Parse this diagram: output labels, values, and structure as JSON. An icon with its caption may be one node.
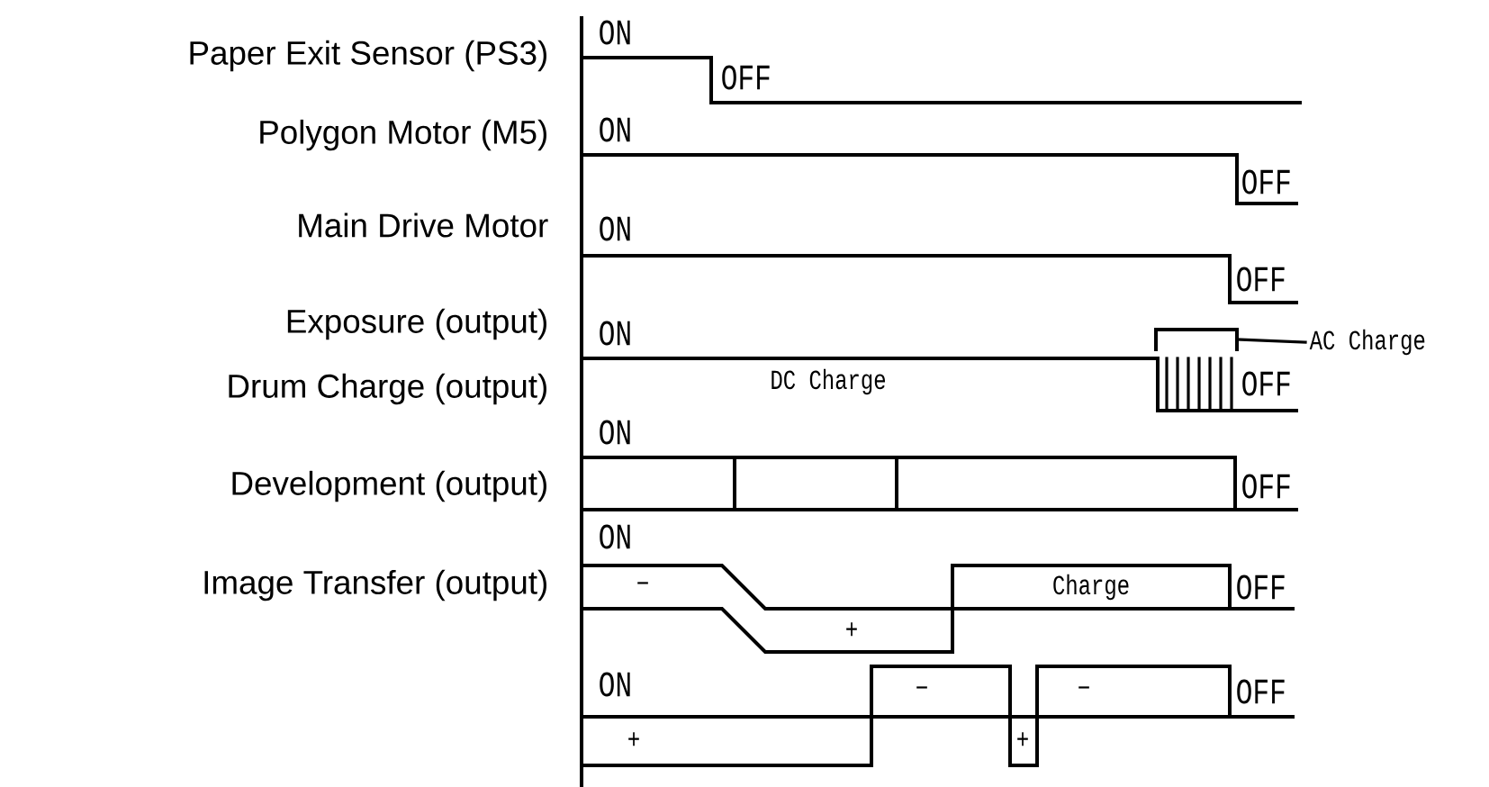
{
  "diagram": {
    "nodes": [
      {
        "text": [
          "AC Charge"
        ]
      },
      {
        "text": [],
        "shape": "bracket"
      }
    ],
    "edges": [
      {
        "from": 0,
        "to": 1,
        "arrow": "none"
      }
    ],
    "labels": [
      "Paper Exit Sensor (PS3)",
      "Polygon Motor (M5)",
      "Main Drive Motor",
      "Exposure (output)",
      "Drum Charge (output)",
      "Development (output)",
      "Image Transfer (output)",
      "ON",
      "OFF",
      "ON",
      "OFF",
      "ON",
      "OFF",
      "ON",
      "DC Charge",
      "OFF",
      "ON",
      "OFF",
      "ON",
      "−",
      "Charge",
      "OFF",
      "+",
      "ON",
      "−",
      "−",
      "OFF",
      "+",
      "+"
    ]
  }
}
